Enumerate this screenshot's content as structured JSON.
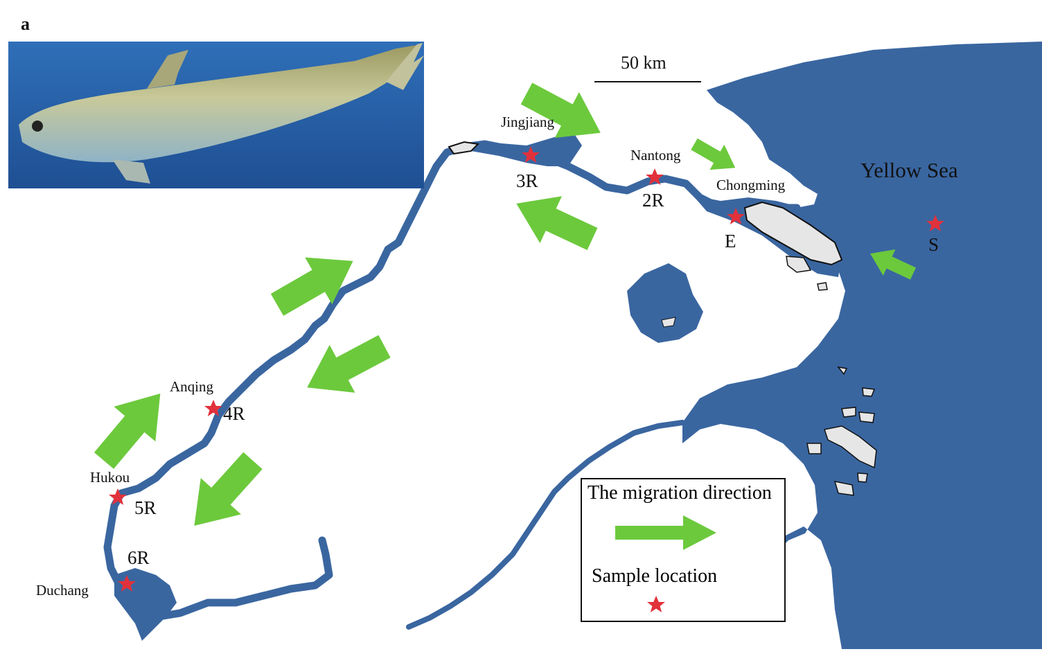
{
  "panel_label": "a",
  "scale_bar": "50 km",
  "sea_label": "Yellow Sea",
  "places": {
    "jingjiang": "Jingjiang",
    "nantong": "Nantong",
    "chongming": "Chongming",
    "anqing": "Anqing",
    "hukou": "Hukou",
    "duchang": "Duchang"
  },
  "site_codes": {
    "r3": "3R",
    "r2": "2R",
    "e": "E",
    "s": "S",
    "r4": "4R",
    "r5": "5R",
    "r6": "6R"
  },
  "legend": {
    "title": "The migration direction",
    "sample": "Sample location"
  },
  "colors": {
    "water": "#3a66a0",
    "arrow": "#6cc93c",
    "star": "#e1313b",
    "island": "#e6e6e6"
  },
  "icons": [
    "fish-photo",
    "migration-arrow-icon",
    "sample-star-icon"
  ]
}
